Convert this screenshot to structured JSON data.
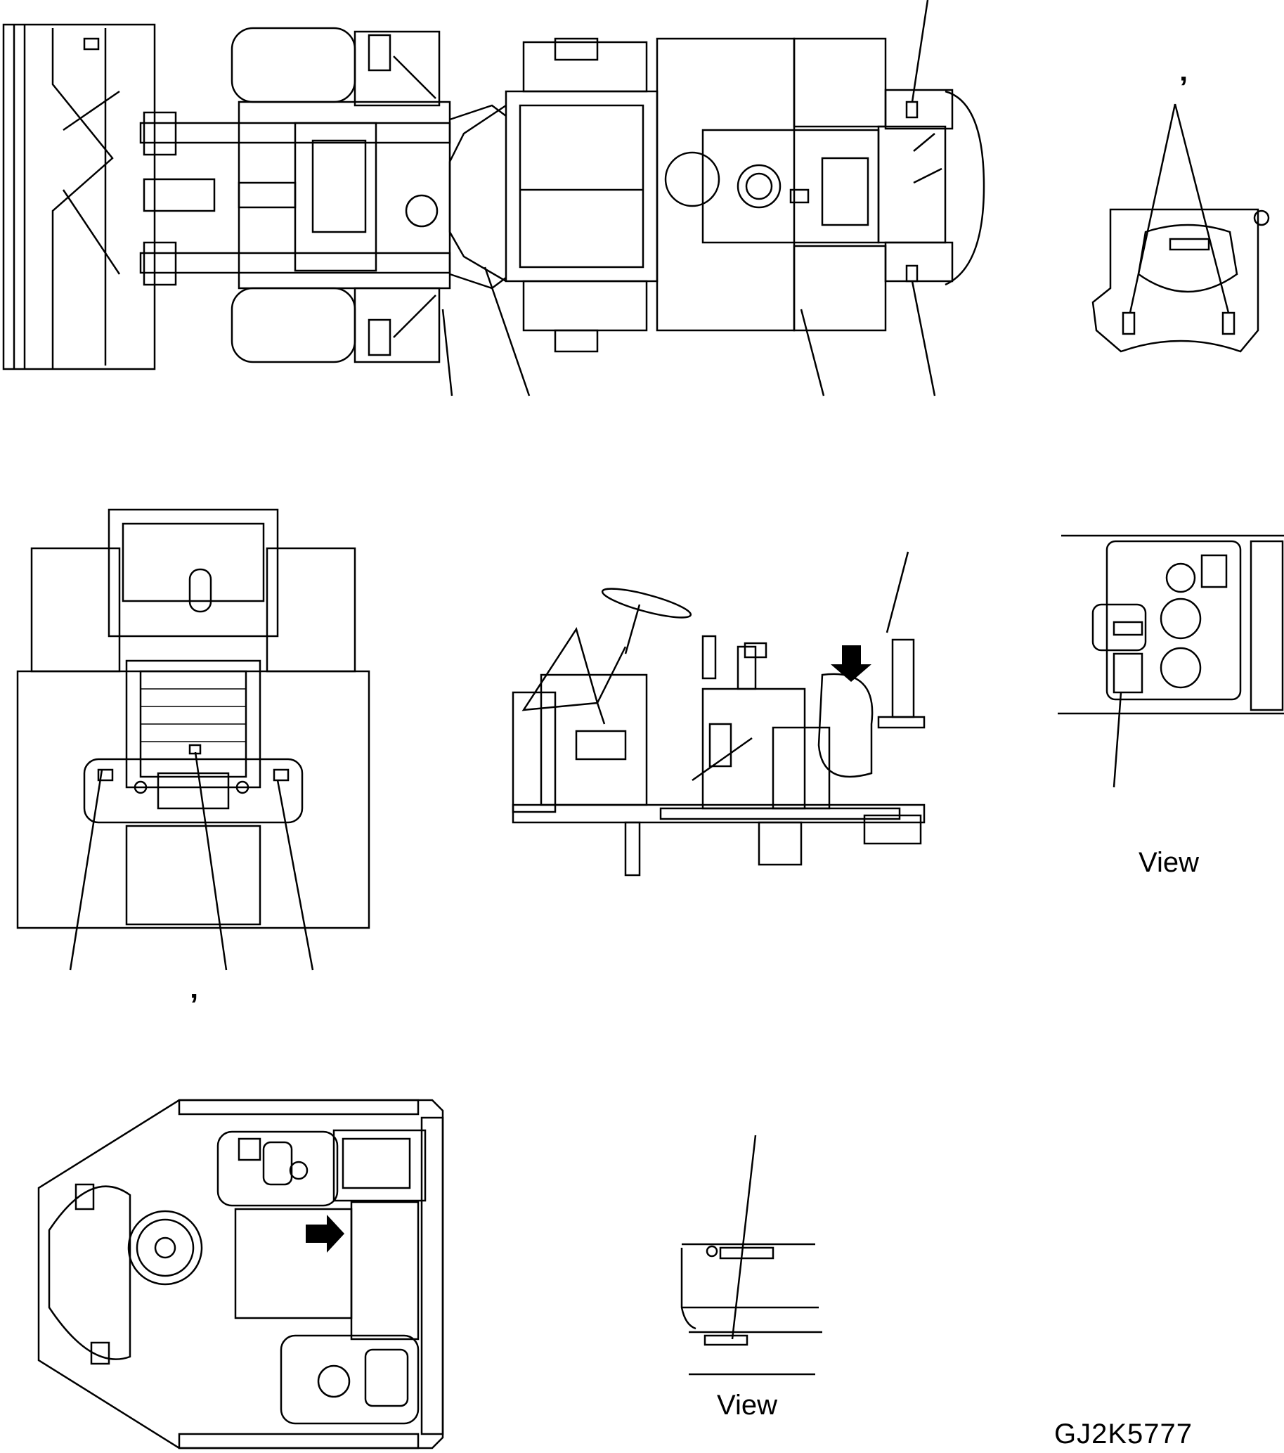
{
  "labels": {
    "view_right": "View",
    "view_bottom": "View",
    "drawing_code": "GJ2K5777",
    "mark_top_right": "’",
    "mark_front": "’"
  },
  "colors": {
    "line": "#000000",
    "background": "#ffffff"
  }
}
